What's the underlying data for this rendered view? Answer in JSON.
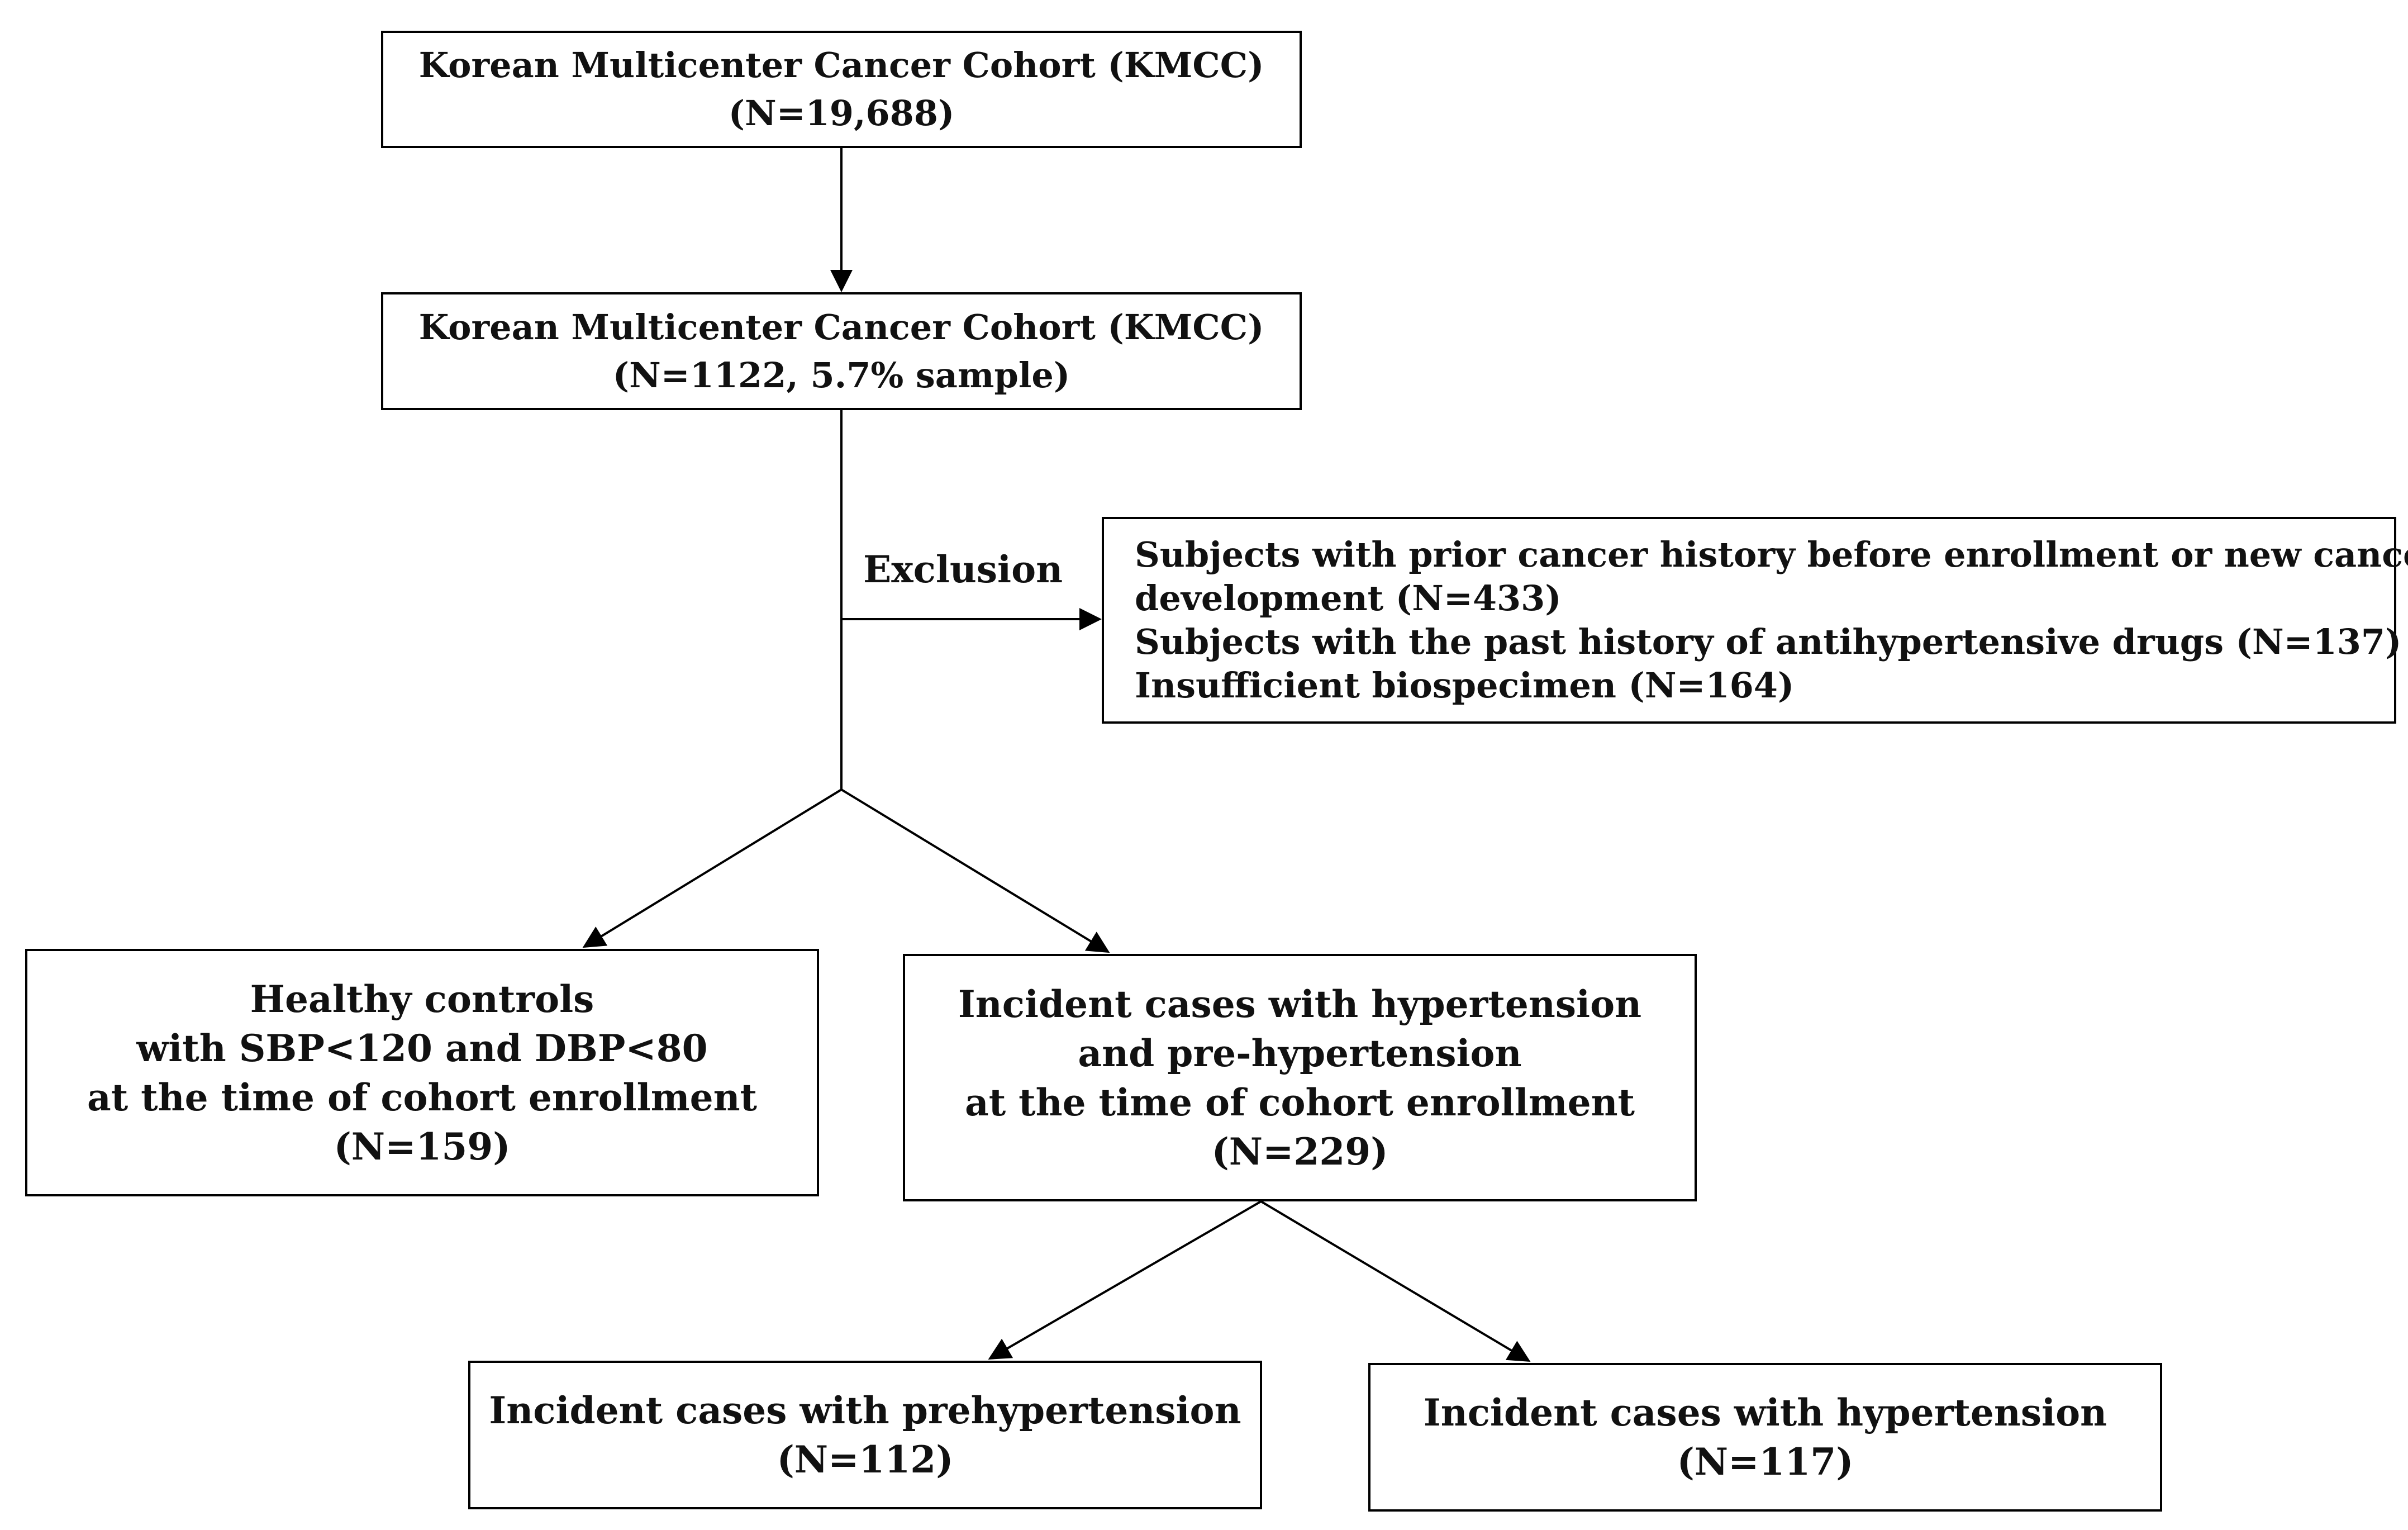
{
  "nodes": {
    "kmcc_total": {
      "lines": [
        "Korean Multicenter Cancer Cohort (KMCC)",
        "(N=19,688)"
      ]
    },
    "kmcc_sample": {
      "lines": [
        "Korean Multicenter Cancer Cohort (KMCC)",
        "(N=1122, 5.7% sample)"
      ]
    },
    "exclusion": {
      "label": "Exclusion",
      "lines": [
        "Subjects with prior cancer history before enrollment or new cancer",
        "development  (N=433)",
        "Subjects with the past history of antihypertensive drugs (N=137)",
        "Insufficient biospecimen (N=164)"
      ]
    },
    "controls": {
      "lines": [
        "Healthy controls",
        "with SBP<120 and DBP<80",
        "at the time of cohort enrollment",
        "(N=159)"
      ]
    },
    "incident_all": {
      "lines": [
        "Incident cases  with hypertension",
        "and pre-hypertension",
        "at the time of cohort enrollment",
        "(N=229)"
      ]
    },
    "prehyp": {
      "lines": [
        "Incident cases  with prehypertension",
        "(N=112)"
      ]
    },
    "hyp": {
      "lines": [
        "Incident cases  with hypertension",
        "(N=117)"
      ]
    }
  },
  "colors": {
    "stroke": "#000000",
    "text": "#111111",
    "background": "#ffffff"
  }
}
